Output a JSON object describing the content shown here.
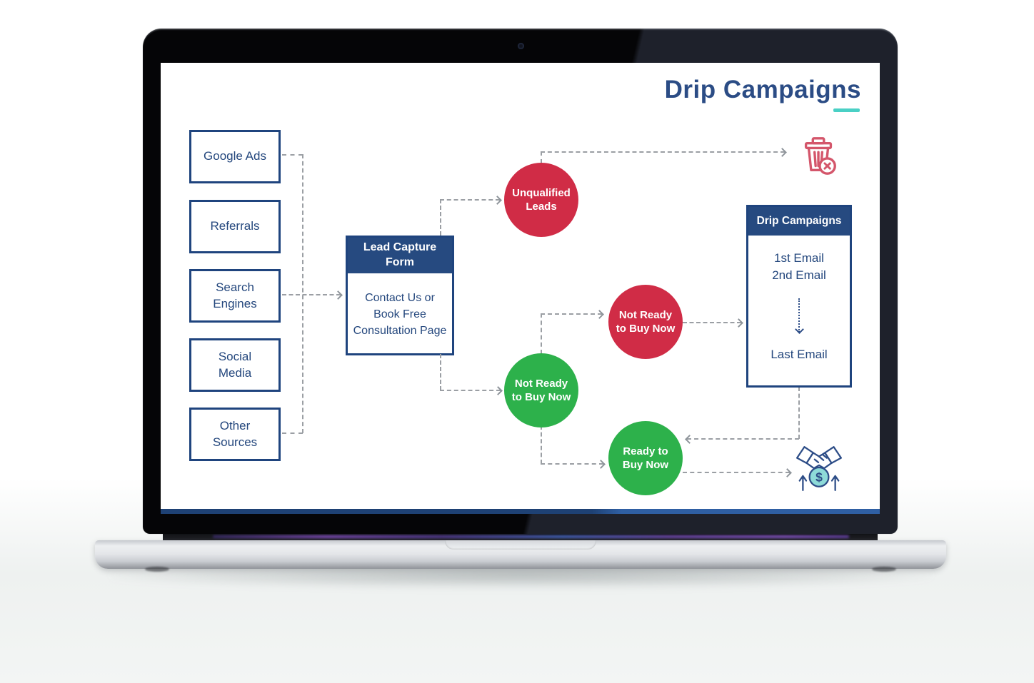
{
  "slide": {
    "title": "Drip Campaigns",
    "sources": [
      {
        "label": "Google Ads"
      },
      {
        "label": "Referrals"
      },
      {
        "label": "Search Engines"
      },
      {
        "label": "Social Media"
      },
      {
        "label": "Other Sources"
      }
    ],
    "lead_capture_form": {
      "header": "Lead Capture Form",
      "body": "Contact Us or Book Free Consultation Page"
    },
    "outcomes": {
      "unqualified": {
        "label": "Unqualified Leads",
        "color": "#d02c46"
      },
      "not_ready_first": {
        "label": "Not Ready to Buy Now",
        "color": "#2db14b"
      },
      "not_ready_followup": {
        "label": "Not Ready to Buy Now",
        "color": "#d02c46"
      },
      "ready": {
        "label": "Ready to Buy Now",
        "color": "#2db14b"
      }
    },
    "drip_campaigns_box": {
      "header": "Drip Campaigns",
      "email_1": "1st Email",
      "email_2": "2nd Email",
      "email_last": "Last Email"
    },
    "icons": {
      "trash": "discarded-unqualified-leads",
      "handshake_money": "closed-deal-revenue"
    },
    "colors": {
      "navy": "#24477d",
      "header_navy": "#264a80",
      "red": "#d02c46",
      "green": "#2db14b",
      "teal_accent": "#4ad0c5",
      "connector_gray": "#9b9fa4"
    }
  }
}
